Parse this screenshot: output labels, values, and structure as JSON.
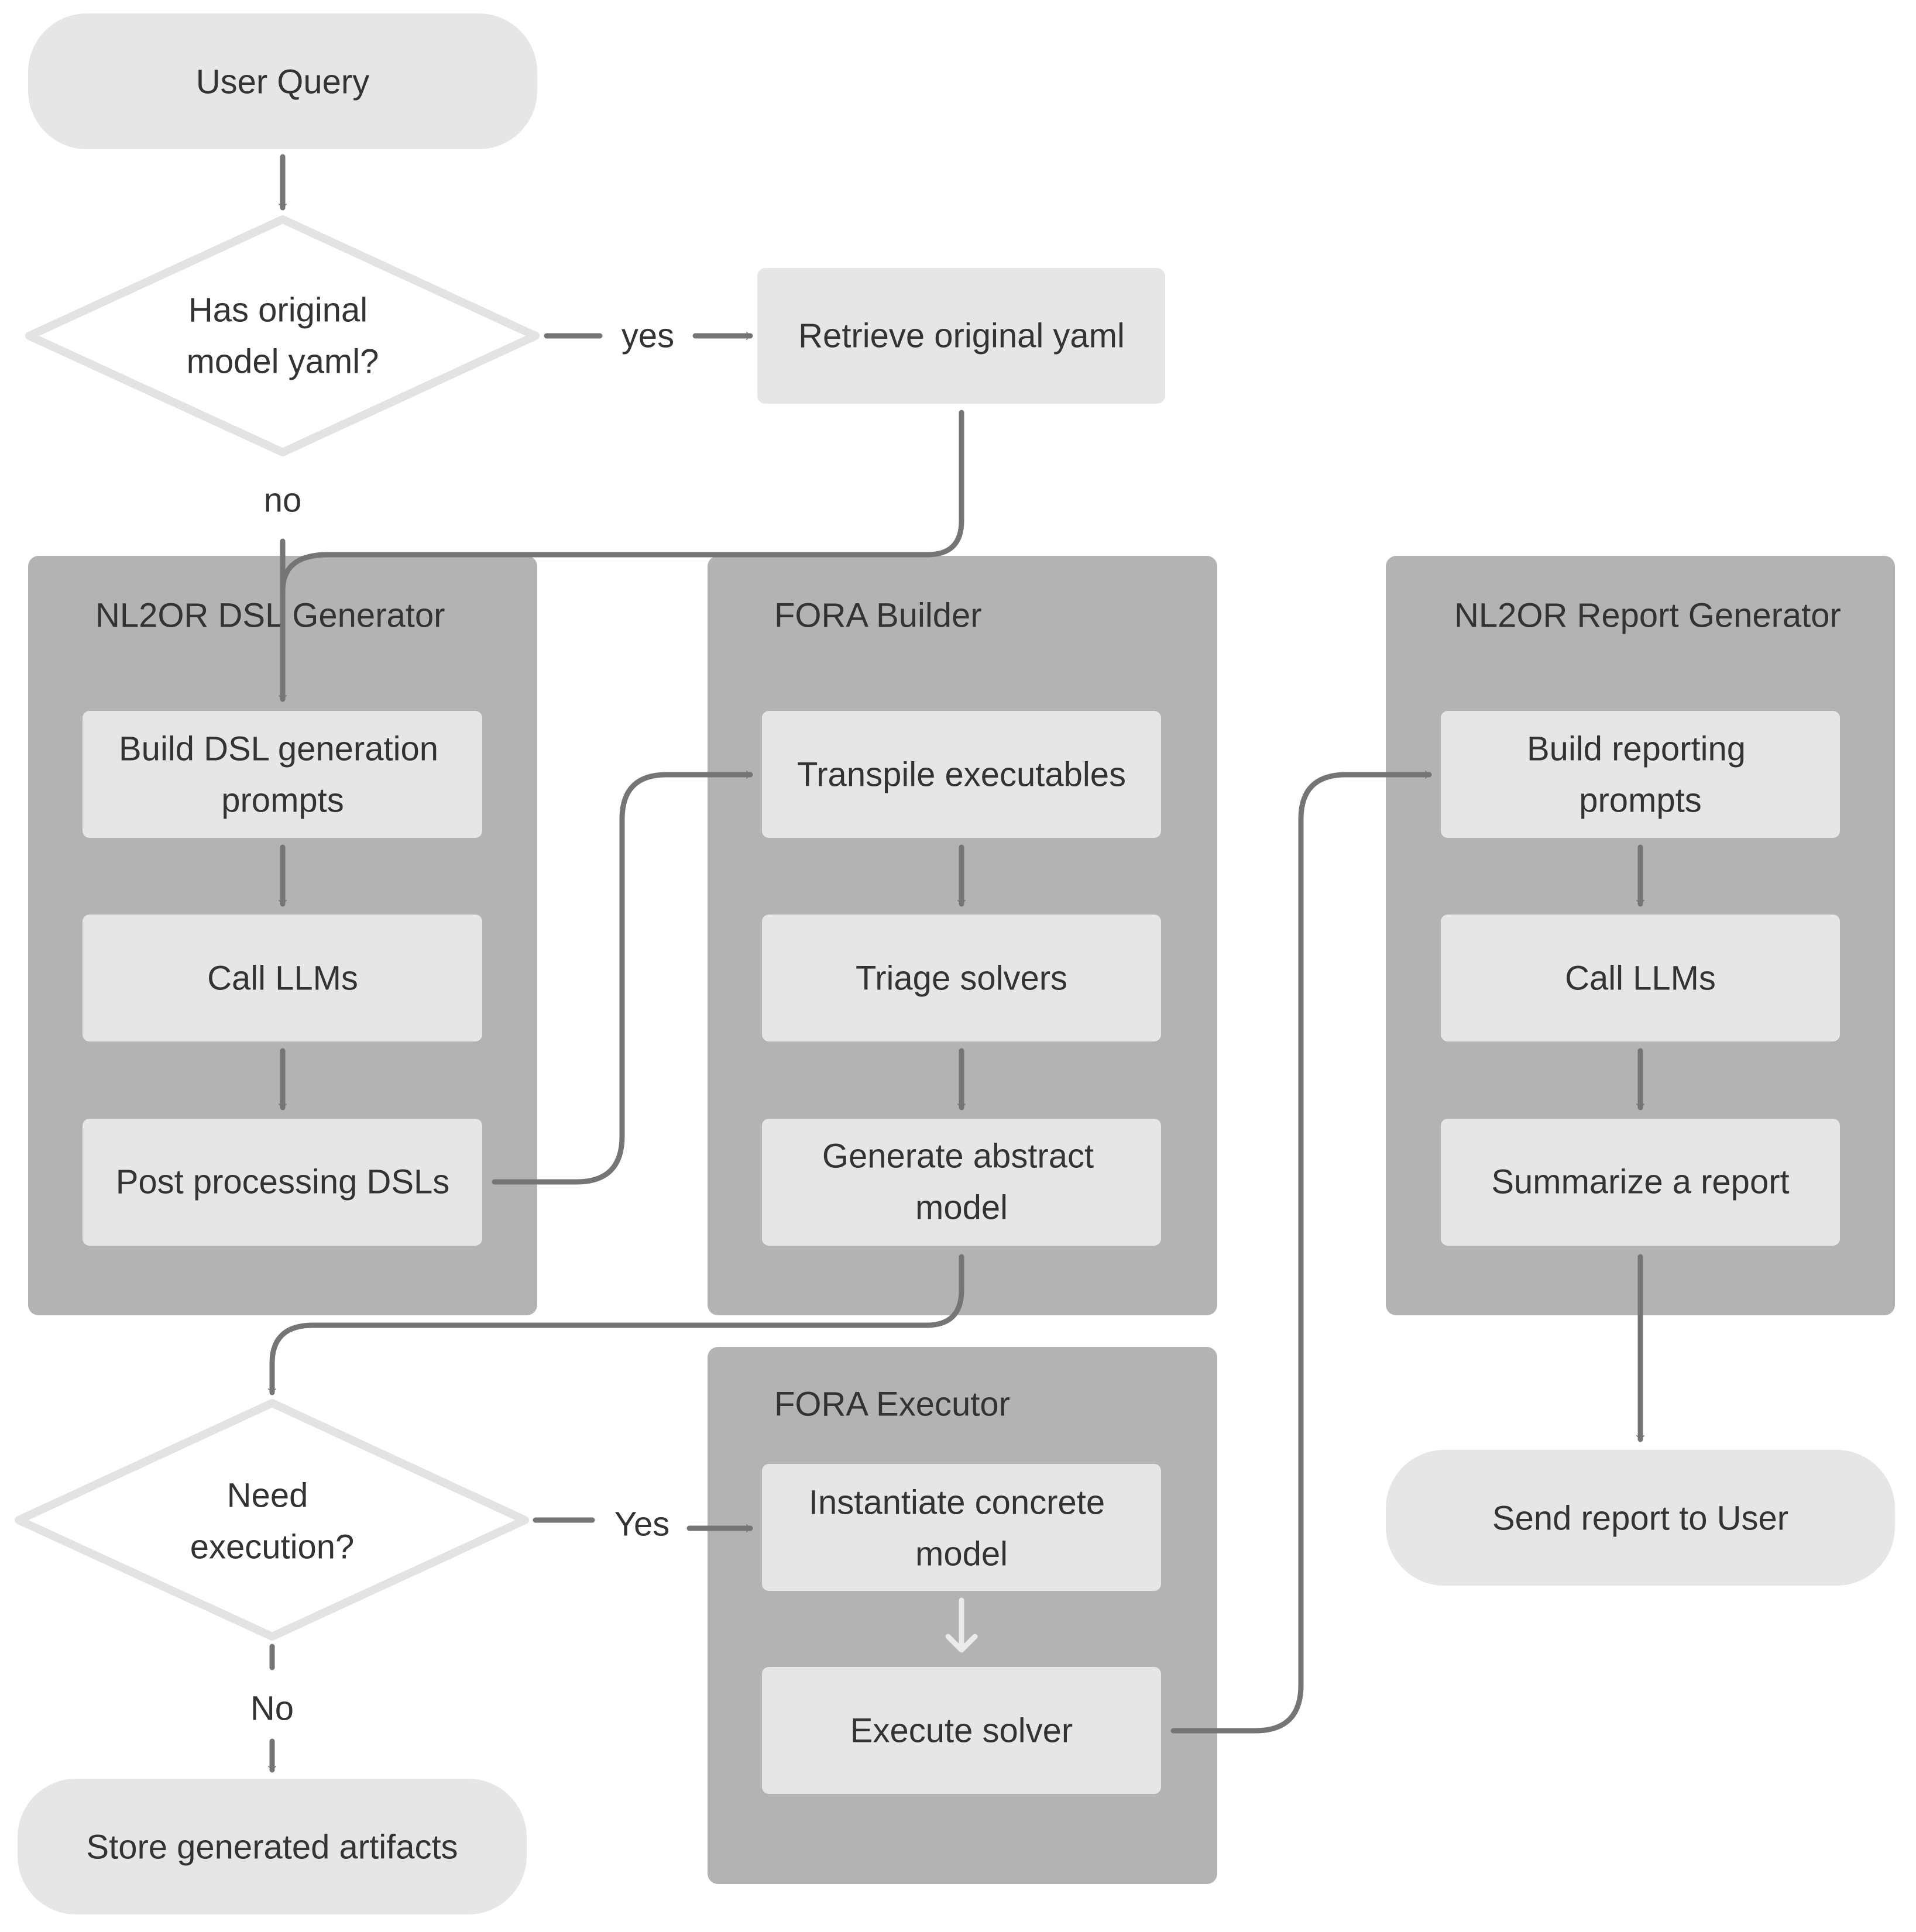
{
  "nodes": {
    "user_query": "User Query",
    "has_yaml": [
      "Has original",
      "model yaml?"
    ],
    "retrieve_yaml": "Retrieve original yaml",
    "build_dsl_prompts": [
      "Build DSL generation",
      "prompts"
    ],
    "call_llms_dsl": "Call LLMs",
    "post_processing": "Post processing DSLs",
    "transpile": "Transpile executables",
    "triage": "Triage solvers",
    "generate_abstract": [
      "Generate abstract",
      "model"
    ],
    "need_execution": [
      "Need",
      "execution?"
    ],
    "instantiate": [
      "Instantiate concrete",
      "model"
    ],
    "execute_solver": "Execute solver",
    "store_artifacts": "Store generated artifacts",
    "build_report_prompts": [
      "Build reporting",
      "prompts"
    ],
    "call_llms_report": "Call LLMs",
    "summarize": "Summarize a report",
    "send_report": "Send report to User"
  },
  "groups": {
    "dsl_generator": "NL2OR DSL Generator",
    "fora_builder": "FORA Builder",
    "fora_executor": "FORA Executor",
    "report_generator": "NL2OR Report Generator"
  },
  "edge_labels": {
    "yes": "yes",
    "no": "no",
    "Yes": "Yes",
    "No": "No"
  },
  "colors": {
    "group_fill": "#b3b3b3",
    "node_fill": "#e6e6e6",
    "edge": "#757575",
    "text": "#333333"
  }
}
